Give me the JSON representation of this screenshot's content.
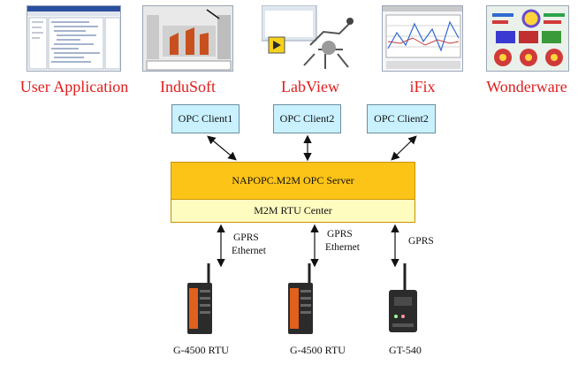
{
  "applications": [
    {
      "label": "User Application",
      "thumb": "code-editor-screenshot"
    },
    {
      "label": "InduSoft",
      "thumb": "scada-screenshot"
    },
    {
      "label": "LabView",
      "thumb": "labview-robot-screenshot"
    },
    {
      "label": "iFix",
      "thumb": "trend-chart-screenshot"
    },
    {
      "label": "Wonderware",
      "thumb": "gauge-dashboard-screenshot"
    }
  ],
  "clients": [
    {
      "label": "OPC Client1"
    },
    {
      "label": "OPC Client2"
    },
    {
      "label": "OPC Client2"
    }
  ],
  "server": {
    "label": "NAPOPC.M2M OPC Server"
  },
  "rtu_center": {
    "label": "M2M RTU Center"
  },
  "links": [
    {
      "line1": "GPRS",
      "line2": "Ethernet"
    },
    {
      "line1": "GPRS",
      "line2": "Ethernet"
    },
    {
      "line1": "GPRS",
      "line2": ""
    }
  ],
  "devices": [
    {
      "label": "G-4500 RTU",
      "icon": "rtu-device-icon"
    },
    {
      "label": "G-4500 RTU",
      "icon": "rtu-device-icon"
    },
    {
      "label": "GT-540",
      "icon": "gprs-device-icon"
    }
  ],
  "colors": {
    "app_label": "#e11d1d",
    "client_fill": "#c9f1ff",
    "server_fill": "#fdc418",
    "center_fill": "#fffcc0"
  }
}
